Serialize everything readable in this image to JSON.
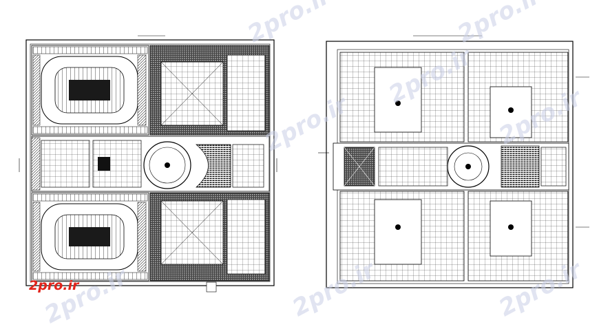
{
  "image": {
    "kind": "CAD architectural floor plans",
    "plans": [
      {
        "name": "plan-left",
        "features": [
          "two parking lots",
          "rotunda",
          "auditorium seating",
          "grid rooms"
        ]
      },
      {
        "name": "plan-right",
        "features": [
          "courtyards",
          "rotunda",
          "auditorium seating",
          "grid rooms"
        ]
      }
    ]
  },
  "brand": {
    "logo_text": "2pro.ir",
    "watermark_text": "2pro.ir",
    "accent": "#e2231a",
    "watermark_color": "#c9cfe6"
  }
}
